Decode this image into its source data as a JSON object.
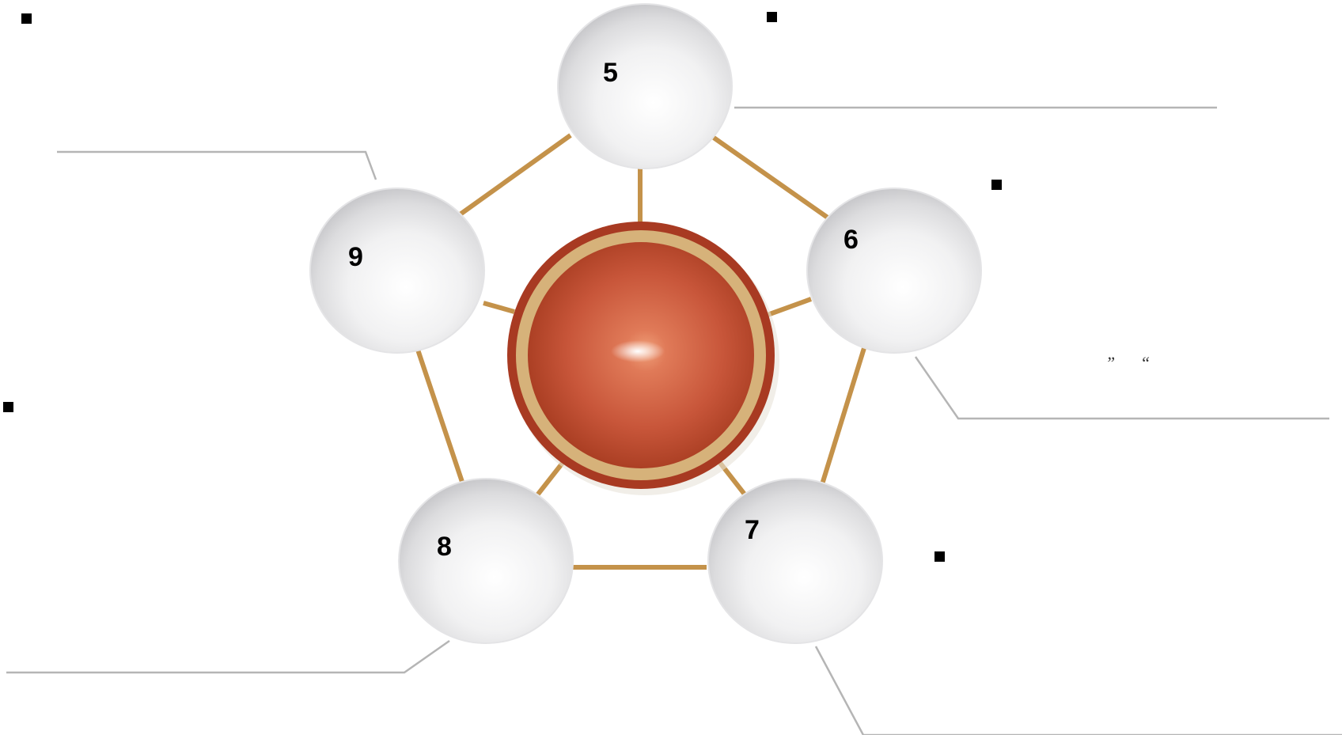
{
  "nodes": [
    {
      "id": "node-5",
      "label": "5"
    },
    {
      "id": "node-6",
      "label": "6"
    },
    {
      "id": "node-7",
      "label": "7"
    },
    {
      "id": "node-8",
      "label": "8"
    },
    {
      "id": "node-9",
      "label": "9"
    }
  ],
  "annotation": {
    "quote_open": "”",
    "quote_close": "“"
  },
  "colors": {
    "connector": "#c4924a",
    "leader_line": "#b5b5b5",
    "hub_outer": "#a83a22",
    "hub_ring": "#d6b27a",
    "hub_inner": "#c4523a",
    "bullet": "#000000"
  }
}
